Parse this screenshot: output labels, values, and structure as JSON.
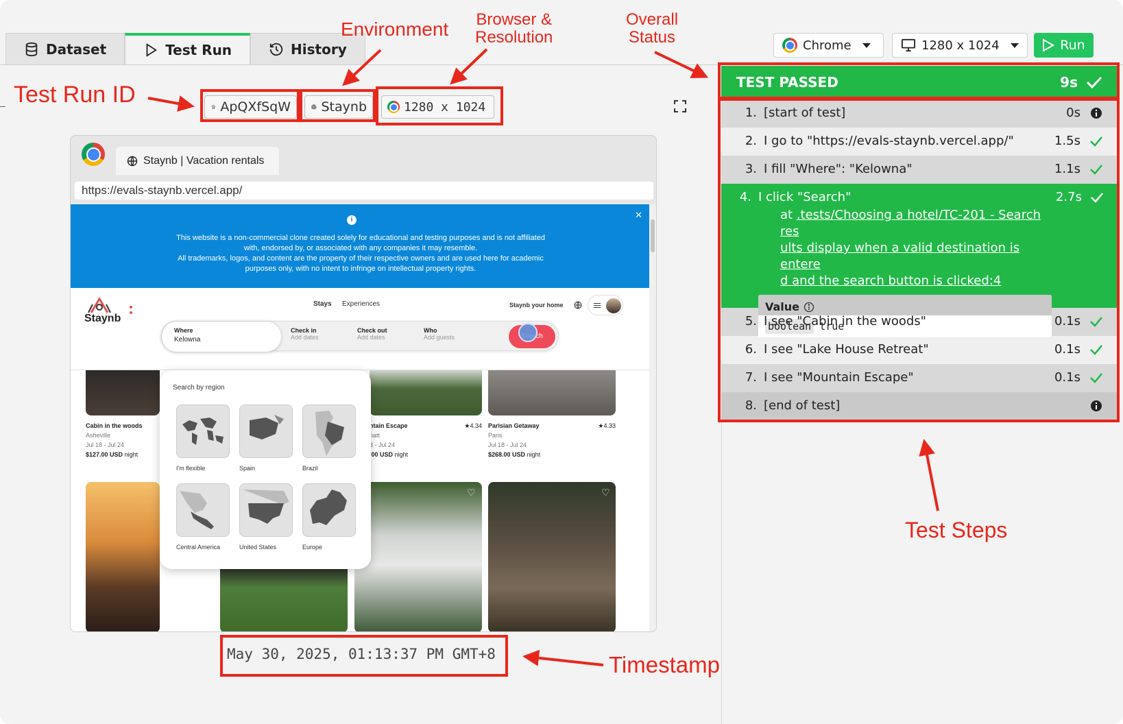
{
  "tabs": [
    {
      "label": "Dataset",
      "icon": "database-icon"
    },
    {
      "label": "Test Run",
      "icon": "play-icon",
      "active": true
    },
    {
      "label": "History",
      "icon": "history-icon"
    }
  ],
  "controls": {
    "browser": "Chrome",
    "resolution": "1280 x 1024",
    "run_label": "Run"
  },
  "badges": {
    "run_id": "ApQXfSqW",
    "environment": "Staynb",
    "resolution": "1280 x 1024"
  },
  "annotations": {
    "test_run_id": "Test Run ID",
    "environment": "Environment",
    "browser_line1": "Browser &",
    "browser_line2": "Resolution",
    "overall_line1": "Overall",
    "overall_line2": "Status",
    "test_steps": "Test Steps",
    "timestamp": "Timestamp"
  },
  "timestamp": "May 30, 2025, 01:13:37 PM GMT+8",
  "preview": {
    "tab_title": "Staynb | Vacation rentals",
    "url": "https://evals-staynb.vercel.app/",
    "banner_line1": "This website is a non-commercial clone created solely for educational and testing purposes and is not affiliated",
    "banner_line2": "with, endorsed by, or associated with any companies it may resemble.",
    "banner_line3": "All trademarks, logos, and content are the property of their respective owners and are used here for academic",
    "banner_line4": "purposes only, with no intent to infringe on intellectual property rights.",
    "brand": "Staynb",
    "nav_stays": "Stays",
    "nav_experiences": "Experiences",
    "host_link": "Staynb your home",
    "search": {
      "where_label": "Where",
      "where_value": "Kelowna",
      "checkin_label": "Check in",
      "checkin_value": "Add dates",
      "checkout_label": "Check out",
      "checkout_value": "Add dates",
      "who_label": "Who",
      "who_value": "Add guests",
      "button": "Search"
    },
    "region_title": "Search by region",
    "regions": [
      "I'm flexible",
      "Spain",
      "Brazil",
      "Central America",
      "United States",
      "Europe"
    ],
    "listings": [
      {
        "title": "Cabin in the woods",
        "city": "Asheville",
        "dates": "Jul 18 - Jul 24",
        "price": "$127.00 USD",
        "unit": "night"
      },
      {
        "title": "ntain Escape",
        "city": "natt",
        "dates": "3 - Jul 24",
        "price": ".00 USD",
        "unit": "night",
        "rating": "★4.34"
      },
      {
        "title": "Parisian Getaway",
        "city": "Paris",
        "dates": "Jul 18 - Jul 24",
        "price": "$268.00 USD",
        "unit": "night",
        "rating": "★4.33"
      }
    ]
  },
  "status": {
    "label": "TEST PASSED",
    "duration": "9s",
    "color": "#21b848"
  },
  "steps": [
    {
      "num": "1.",
      "text": "[start of test]",
      "duration": "0s",
      "status": "info"
    },
    {
      "num": "2.",
      "text": "I go to \"https://evals-staynb.vercel.app/\"",
      "duration": "1.5s",
      "status": "pass"
    },
    {
      "num": "3.",
      "text": "I fill \"Where\": \"Kelowna\"",
      "duration": "1.1s",
      "status": "pass"
    },
    {
      "num": "4.",
      "text": "I click \"Search\"",
      "duration": "2.7s",
      "status": "pass",
      "at_prefix": "at",
      "at_line1": ".tests/Choosing a hotel/TC-201 - Search res",
      "at_line2": "ults display when a valid destination is entere",
      "at_line3": "d and the search button is clicked:4",
      "value_label": "Value",
      "value_type": "boolean",
      "value": "true"
    },
    {
      "num": "5.",
      "text": "I see \"Cabin in the woods\"",
      "duration": "0.1s",
      "status": "pass"
    },
    {
      "num": "6.",
      "text": "I see \"Lake House Retreat\"",
      "duration": "0.1s",
      "status": "pass"
    },
    {
      "num": "7.",
      "text": "I see \"Mountain Escape\"",
      "duration": "0.1s",
      "status": "pass"
    },
    {
      "num": "8.",
      "text": "[end of test]",
      "duration": "",
      "status": "info"
    }
  ],
  "colors": {
    "accent": "#22c55e",
    "annotation": "#e8271c",
    "banner": "#0a87d8"
  }
}
